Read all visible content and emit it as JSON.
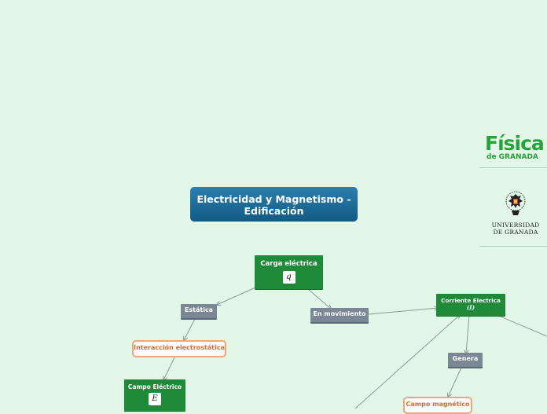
{
  "map": {
    "title": "Electricidad y Magnetismo - Edificación",
    "nodes": {
      "carga": {
        "label": "Carga eléctrica",
        "symbol": "q"
      },
      "estatica": {
        "label": "Estática"
      },
      "movimiento": {
        "label": "En movimiento"
      },
      "interaccion": {
        "label": "Interacción electrostática"
      },
      "campo_electrico": {
        "label": "Campo Eléctrico",
        "symbol": "E"
      },
      "corriente": {
        "label": "Corriente Electrica",
        "symbol": "(I)"
      },
      "genera": {
        "label": "Genera"
      },
      "campo_magnetico": {
        "label": "Campo magnético"
      }
    }
  },
  "logos": {
    "fisica": {
      "main": "Física",
      "sub": "de GRANADA",
      "color": "#26a33a"
    },
    "universidad": {
      "line1": "UNIVERSIDAD",
      "line2": "DE GRANADA"
    }
  },
  "colors": {
    "background": "#e3f7e8",
    "title_node": "#1a6a9a",
    "green_node": "#1f8a3a",
    "gray_node": "#7b8794",
    "orange_border": "#f0a57a",
    "orange_text": "#e06a2a"
  }
}
